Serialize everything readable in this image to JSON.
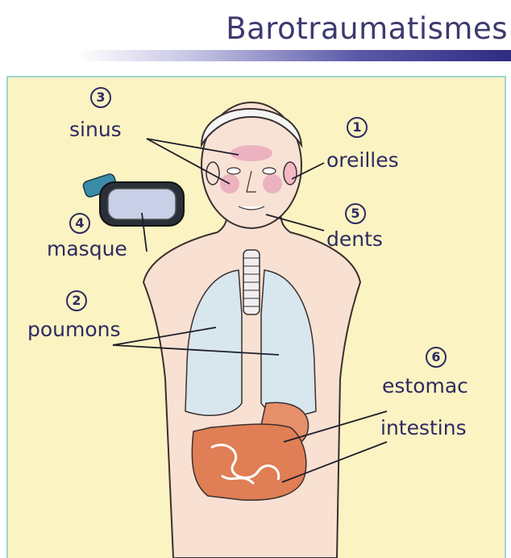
{
  "title": "Barotraumatismes",
  "labels": {
    "sinus": {
      "number": "3",
      "text": "sinus"
    },
    "oreilles": {
      "number": "1",
      "text": "oreilles"
    },
    "dents": {
      "number": "5",
      "text": "dents"
    },
    "masque": {
      "number": "4",
      "text": "masque"
    },
    "poumons": {
      "number": "2",
      "text": "poumons"
    },
    "estomac": {
      "number": "6",
      "text": "estomac"
    },
    "intestins": {
      "number": "",
      "text": "intestins"
    }
  },
  "colors": {
    "text": "#2d2b63",
    "panel_background": "#fbf3c2",
    "panel_border": "#9ed6d2",
    "body_fill": "#f8e0d2",
    "lungs": "#d8e6ee",
    "intestine": "#e07e55"
  }
}
